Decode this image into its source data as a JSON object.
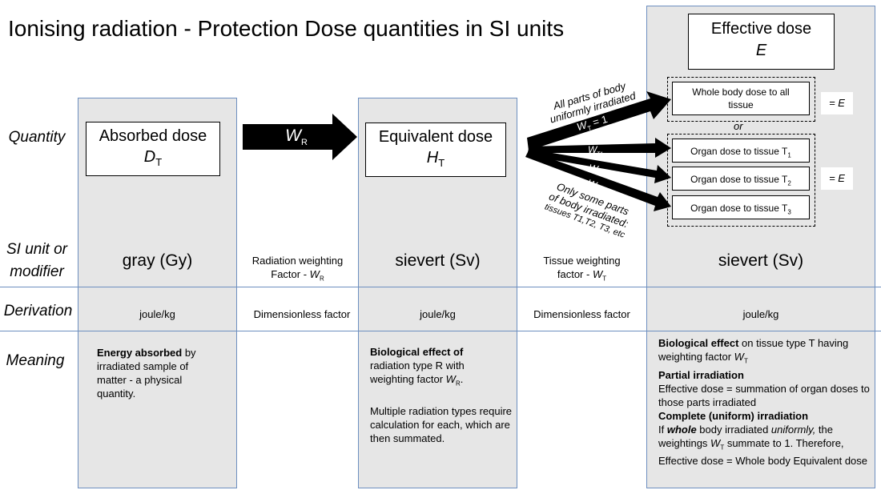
{
  "title": "Ionising radiation - Protection Dose quantities in SI units",
  "row_labels": {
    "quantity": "Quantity",
    "si_unit_line1": "SI unit or",
    "si_unit_line2": "modifier",
    "derivation": "Derivation",
    "meaning": "Meaning"
  },
  "absorbed": {
    "name": "Absorbed dose",
    "symbol": "D",
    "subscript": "T",
    "unit": "gray (Gy)",
    "derivation": "joule/kg",
    "meaning_bold": "Energy absorbed",
    "meaning_rest": " by irradiated sample of matter - a physical quantity."
  },
  "radiation_weighting": {
    "arrow_label": "W",
    "arrow_sub": "R",
    "modifier_line1": "Radiation weighting",
    "modifier_line2": "Factor - ",
    "modifier_symbol": "W",
    "modifier_sub": "R",
    "derivation": "Dimensionless factor"
  },
  "equivalent": {
    "name": "Equivalent dose",
    "symbol": "H",
    "subscript": "T",
    "unit": "sievert (Sv)",
    "derivation": "joule/kg",
    "meaning_bold1": "Biological effect of",
    "meaning_line2": "radiation type R with",
    "meaning_line3": "weighting factor ",
    "meaning_sym": "W",
    "meaning_sub": "R",
    "meaning_p2": "Multiple radiation types require calculation for each, which are then summated."
  },
  "tissue_weighting": {
    "modifier_line1": "Tissue weighting",
    "modifier_line2": "factor - ",
    "modifier_symbol": "W",
    "modifier_sub": "T",
    "derivation": "Dimensionless factor",
    "uniform_line1": "All parts of body",
    "uniform_line2": "uniformly irradiated",
    "uniform_wt": "W",
    "uniform_wt_sub": "T",
    "uniform_eq": " = 1",
    "t1": "W",
    "t1_sub": "T1",
    "t2": "W",
    "t2_sub": "T2",
    "t3": "W",
    "t3_sub": "T3",
    "partial_line1": "Only some parts",
    "partial_line2": "of body irradiated:",
    "partial_line3": "tissues T1,T2, T3, etc"
  },
  "effective": {
    "name": "Effective dose",
    "symbol": "E",
    "whole_body": "Whole body dose to all tissue",
    "or": "or",
    "organ_prefix": "Organ dose to tissue  T",
    "organ_subs": [
      "1",
      "2",
      "3"
    ],
    "equals_e": "= E",
    "unit": "sievert (Sv)",
    "derivation": "joule/kg",
    "m_bold1": "Biological effect",
    "m_rest1": " on tissue type T having weighting factor ",
    "m_sym1": "W",
    "m_sub1": "T",
    "m_bold2": "Partial irradiation",
    "m_text2": "Effective dose = summation of organ doses to those parts irradiated",
    "m_bold3": "Complete (uniform) irradiation",
    "m_text3a": "If ",
    "m_text3b": "whole",
    "m_text3c": " body irradiated ",
    "m_text3d": "uniformly,",
    "m_text3e": " the weightings ",
    "m_sym3": "W",
    "m_sub3": "T",
    "m_text3f": " summate to 1. Therefore, Effective dose  = Whole body Equivalent dose"
  }
}
